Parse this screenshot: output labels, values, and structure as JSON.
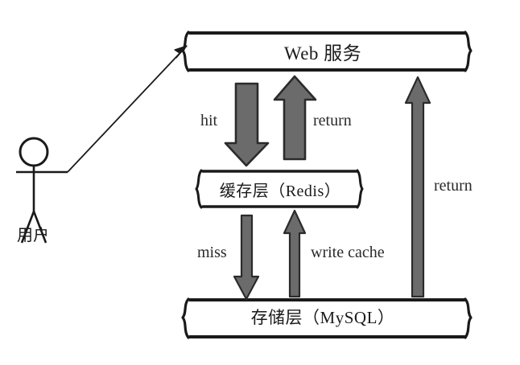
{
  "diagram": {
    "title": "Web service cache architecture flow",
    "background_color": "#ffffff",
    "line_color": "#1a1a1a",
    "arrow_fill_color": "#6b6b6b",
    "arrow_stroke_color": "#2b2b2b",
    "nodes": [
      {
        "id": "web-service",
        "label": "Web 服务",
        "shape": "brace-box"
      },
      {
        "id": "cache-layer",
        "label": "缓存层（Redis）",
        "shape": "brace-box"
      },
      {
        "id": "storage-layer",
        "label": "存储层（MySQL）",
        "shape": "brace-box"
      }
    ],
    "actor": {
      "id": "user",
      "label": "用户",
      "icon": "stick-figure-icon"
    },
    "edges": [
      {
        "id": "user-to-web",
        "label": "",
        "from": "user",
        "to": "web-service",
        "style": "thin-line-arrow",
        "direction": "up-right"
      },
      {
        "id": "web-to-cache-hit",
        "label": "hit",
        "from": "web-service",
        "to": "cache-layer",
        "style": "thick-block-arrow",
        "direction": "down"
      },
      {
        "id": "cache-to-web-return",
        "label": "return",
        "from": "cache-layer",
        "to": "web-service",
        "style": "thick-block-arrow",
        "direction": "up"
      },
      {
        "id": "cache-to-storage-miss",
        "label": "miss",
        "from": "cache-layer",
        "to": "storage-layer",
        "style": "thin-block-arrow",
        "direction": "down"
      },
      {
        "id": "storage-to-cache-write",
        "label": "write cache",
        "from": "storage-layer",
        "to": "cache-layer",
        "style": "thin-block-arrow",
        "direction": "up"
      },
      {
        "id": "storage-to-web-return",
        "label": "return",
        "from": "storage-layer",
        "to": "web-service",
        "style": "thin-block-arrow",
        "direction": "up"
      }
    ]
  }
}
